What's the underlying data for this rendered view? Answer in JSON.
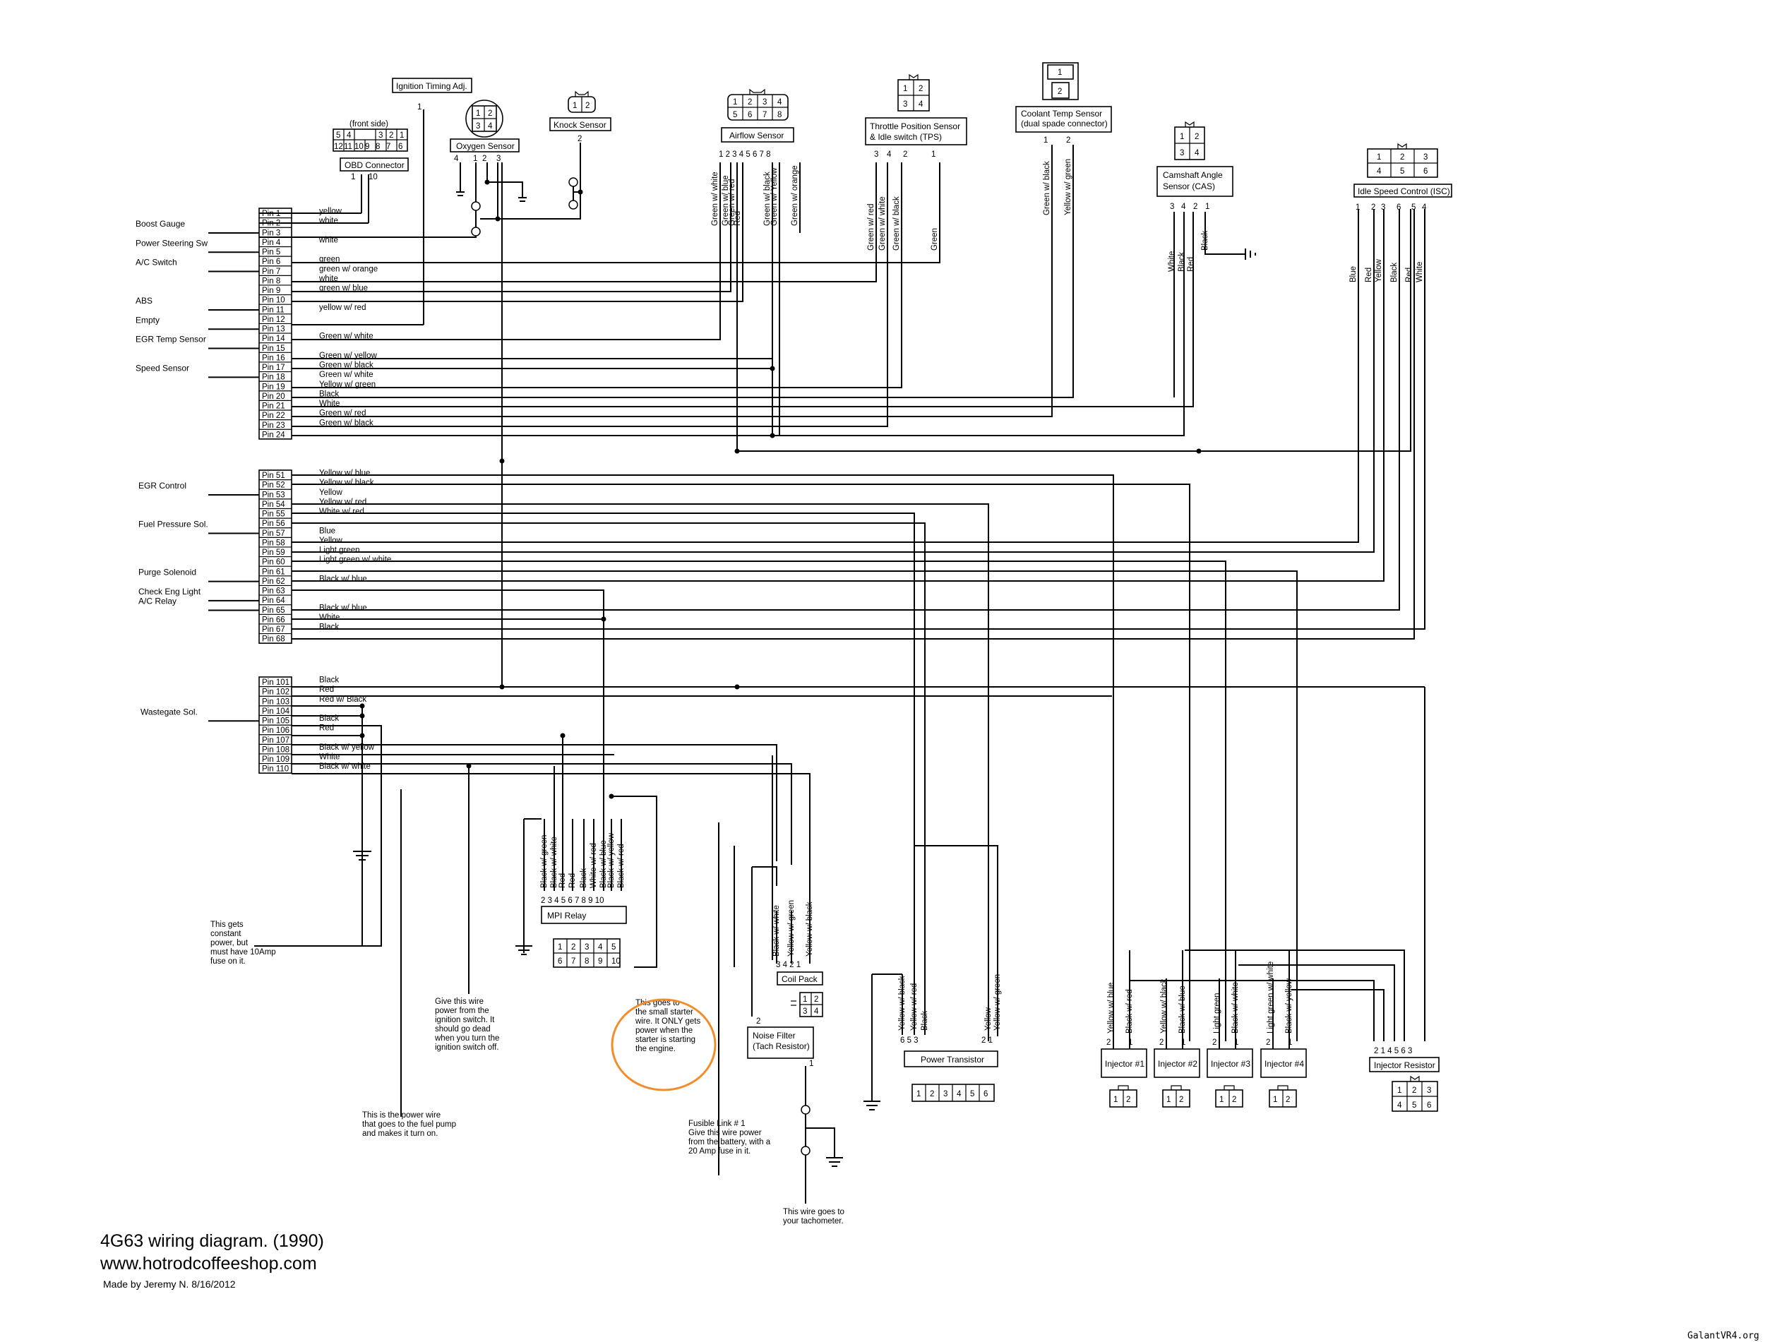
{
  "title": "4G63 wiring diagram.  (1990)",
  "website": "www.hotrodcoffeeshop.com",
  "credit": "Made by Jeremy N. 8/16/2012",
  "watermark": "GalantVR4.org",
  "ecu_block1": {
    "pins": [
      "Pin 1",
      "Pin 2",
      "Pin 3",
      "Pin 4",
      "Pin 5",
      "Pin 6",
      "Pin 7",
      "Pin 8",
      "Pin 9",
      "Pin 10",
      "Pin 11",
      "Pin 12",
      "Pin 13",
      "Pin 14",
      "Pin 15",
      "Pin 16",
      "Pin 17",
      "Pin 18",
      "Pin 19",
      "Pin 20",
      "Pin 21",
      "Pin 22",
      "Pin 23",
      "Pin 24"
    ],
    "wires": [
      "yellow",
      "white",
      "",
      "white",
      "",
      "green",
      "green w/ orange",
      "white",
      "green w/ blue",
      "",
      "yellow w/ red",
      "",
      "",
      "Green  w/ white",
      "",
      "Green w/ yellow",
      "Green w/ black",
      "Green w/ white",
      "Yellow w/ green",
      "Black",
      "White",
      "Green w/ red",
      "Green w/ black",
      ""
    ],
    "left_labels": [
      {
        "text": "Boost Gauge",
        "pin": 3
      },
      {
        "text": "Power Steering Sw",
        "pin": 5
      },
      {
        "text": "A/C Switch",
        "pin": 7
      },
      {
        "text": "ABS",
        "pin": 11
      },
      {
        "text": "Empty",
        "pin": 13
      },
      {
        "text": "EGR Temp Sensor",
        "pin": 15
      },
      {
        "text": "Speed Sensor",
        "pin": 18
      }
    ]
  },
  "ecu_block2": {
    "pins": [
      "Pin 51",
      "Pin 52",
      "Pin 53",
      "Pin 54",
      "Pin 55",
      "Pin 56",
      "Pin 57",
      "Pin 58",
      "Pin 59",
      "Pin 60",
      "Pin 61",
      "Pin 62",
      "Pin 63",
      "Pin 64",
      "Pin 65",
      "Pin 66",
      "Pin 67",
      "Pin 68"
    ],
    "wires": [
      "Yellow w/ blue",
      "Yellow w/ black",
      "Yellow",
      "Yellow w/ red",
      "White w/ red",
      "",
      "Blue",
      "Yellow",
      "Light green",
      "Light green w/ white",
      "",
      "Black w/ blue",
      "",
      "",
      "Black w/ blue",
      "White",
      "Black",
      ""
    ],
    "left_labels": [
      {
        "text": "EGR Control",
        "pin": 53
      },
      {
        "text": "Fuel Pressure Sol.",
        "pin": 57
      },
      {
        "text": "Purge Solenoid",
        "pin": 62
      },
      {
        "text": "Check Eng Light",
        "pin": 64
      },
      {
        "text": "A/C Relay",
        "pin": 65
      }
    ]
  },
  "ecu_block3": {
    "pins": [
      "Pin 101",
      "Pin 102",
      "Pin 103",
      "Pin 104",
      "Pin 105",
      "Pin 106",
      "Pin 107",
      "Pin 108",
      "Pin 109",
      "Pin 110"
    ],
    "wires": [
      "Black",
      "Red",
      "Red w/ Black",
      "",
      "Black",
      "Red",
      "",
      "Black w/ yellow",
      "White",
      "Black w/ white"
    ],
    "left_labels": [
      {
        "text": "Wastegate Sol.",
        "pin": 105
      }
    ]
  },
  "components": {
    "ignition_timing": {
      "name": "Ignition Timing Adj.",
      "pin": "1"
    },
    "obd": {
      "name": "OBD Connector",
      "side": "(front side)",
      "top_row": [
        "5",
        "4",
        "",
        "3",
        "2",
        "1"
      ],
      "bottom_row": [
        "12",
        "11",
        "10",
        "9",
        "8",
        "7",
        "6"
      ],
      "pins": [
        "1",
        "10"
      ]
    },
    "oxygen": {
      "name": "Oxygen Sensor",
      "cells": [
        "1",
        "2",
        "3",
        "4"
      ],
      "pins": [
        "4",
        "1",
        "2",
        "3"
      ]
    },
    "knock": {
      "name": "Knock Sensor",
      "cells": [
        "1",
        "2"
      ],
      "pin": "2"
    },
    "airflow": {
      "name": "Airflow Sensor",
      "top_row": [
        "1",
        "2",
        "3",
        "4"
      ],
      "bottom_row": [
        "5",
        "6",
        "7",
        "8"
      ],
      "pins": "1 2 3  4     5     6  7    8",
      "wires": [
        "Green w/ white",
        "Green w/ blue",
        "Green w/ red",
        "Red",
        "Green w/ black",
        "Green w/ Yellow",
        "Green w/ orange"
      ]
    },
    "tps": {
      "name_line1": "Throttle Position Sensor",
      "name_line2": "& Idle switch (TPS)",
      "cells": [
        "1",
        "2",
        "3",
        "4"
      ],
      "pins": [
        "3",
        "4",
        "2",
        "1"
      ],
      "wires": [
        "Green w/ red",
        "Green w/ white",
        "Green w/ black",
        "Green"
      ]
    },
    "coolant": {
      "name_line1": "Coolant Temp Sensor",
      "name_line2": "(dual spade connector)",
      "cells": [
        "1",
        "2"
      ],
      "pins": [
        "1",
        "2"
      ],
      "wires": [
        "Green w/ black",
        "Yellow w/ green"
      ]
    },
    "cas": {
      "name_line1": "Camshaft Angle",
      "name_line2": "Sensor (CAS)",
      "cells": [
        "1",
        "2",
        "3",
        "4"
      ],
      "pins": [
        "3",
        "4",
        "2",
        "1"
      ],
      "wires": [
        "White",
        "Black",
        "Red",
        "Black"
      ]
    },
    "isc": {
      "name": "Idle Speed Control (ISC)",
      "cells": [
        "1",
        "2",
        "3",
        "4",
        "5",
        "6"
      ],
      "pins": [
        "1",
        "2",
        "3",
        "6",
        "5",
        "4"
      ],
      "wires": [
        "Blue",
        "Red",
        "Yellow",
        "Black",
        "Red",
        "White"
      ]
    },
    "mpi": {
      "name": "MPI Relay",
      "cells": [
        "1",
        "2",
        "3",
        "4",
        "5",
        "6",
        "7",
        "8",
        "9",
        "10"
      ],
      "pins": "2 3 4 5 6 7 8 9 10",
      "wires": [
        "Black w/ green",
        "Black w/ white",
        "Red",
        "Red",
        "Black",
        "White w/ red",
        "Black w/ blue",
        "Black w/ yellow",
        "Black w/ red"
      ]
    },
    "coil": {
      "name": "Coil Pack",
      "cells": [
        "1",
        "2",
        "3",
        "4"
      ],
      "pins": "3  4  2 1",
      "wires": [
        "Black w/ white",
        "Yellow w/ green",
        "Yellow w/ black"
      ]
    },
    "noise": {
      "name_line1": "Noise Filter",
      "name_line2": "(Tach Resistor)",
      "pin_top": "2",
      "pin_bottom": "1"
    },
    "power_transistor": {
      "name": "Power Transistor",
      "cells": [
        "1",
        "2",
        "3",
        "4",
        "5",
        "6"
      ],
      "pins_left": "6  5  3",
      "pins_right": "2  1",
      "wires": [
        "Yellow w/ black",
        "Yellow w/ red",
        "Black",
        "Yellow",
        "Yellow w/ green"
      ]
    },
    "injectors": [
      {
        "name": "Injector #1",
        "wires": [
          "Yellow w/ blue",
          "Black w/ red"
        ]
      },
      {
        "name": "Injector #2",
        "wires": [
          "Yellow w/ black",
          "Black w/ blue"
        ]
      },
      {
        "name": "Injector #3",
        "wires": [
          "Light green",
          "Black w/ white"
        ]
      },
      {
        "name": "Injector #4",
        "wires": [
          "Light green w/ white",
          "Black w/ yellow"
        ]
      }
    ],
    "injector_cells": [
      "1",
      "2"
    ],
    "injector_resistor": {
      "name": "Injector Resistor",
      "cells": [
        "1",
        "2",
        "3",
        "4",
        "5",
        "6"
      ],
      "pins": "2 1 4 5 6 3"
    }
  },
  "notes": {
    "constant_power": [
      "This gets",
      "constant",
      "power, but",
      "must have 10Amp",
      "fuse on it."
    ],
    "ignition_power": [
      "Give this wire",
      "power from the",
      "ignition switch.  It",
      "should go dead",
      "when you turn the",
      "ignition switch off."
    ],
    "starter": [
      "This goes to",
      "the small starter",
      "wire. It ONLY gets",
      "power when the",
      "starter is starting",
      "the engine."
    ],
    "fuel_pump": [
      "This is the power wire",
      "that goes to the fuel pump",
      "and makes it turn on."
    ],
    "fusible": [
      "Fusible Link # 1",
      "Give this wire power",
      "from the battery, with a",
      "20 Amp fuse in it."
    ],
    "tach": [
      "This wire goes to",
      "your tachometer."
    ]
  },
  "colors": {
    "ink": "#000000",
    "highlight_circle": "#f28c28",
    "background": "#ffffff"
  }
}
